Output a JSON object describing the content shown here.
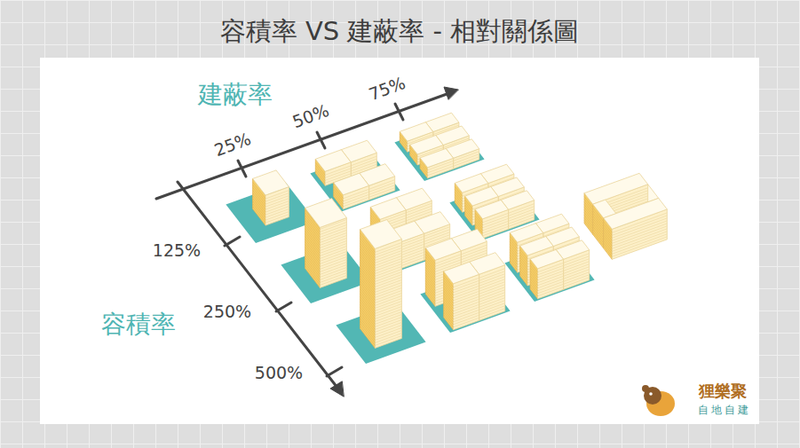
{
  "diagram": {
    "title": "容積率 VS 建蔽率 - 相對關係圖",
    "labels": [
      "建蔽率",
      "25%",
      "50%",
      "75%",
      "容積率",
      "125%",
      "250%",
      "500%",
      "狸樂聚",
      "自地自建"
    ]
  }
}
